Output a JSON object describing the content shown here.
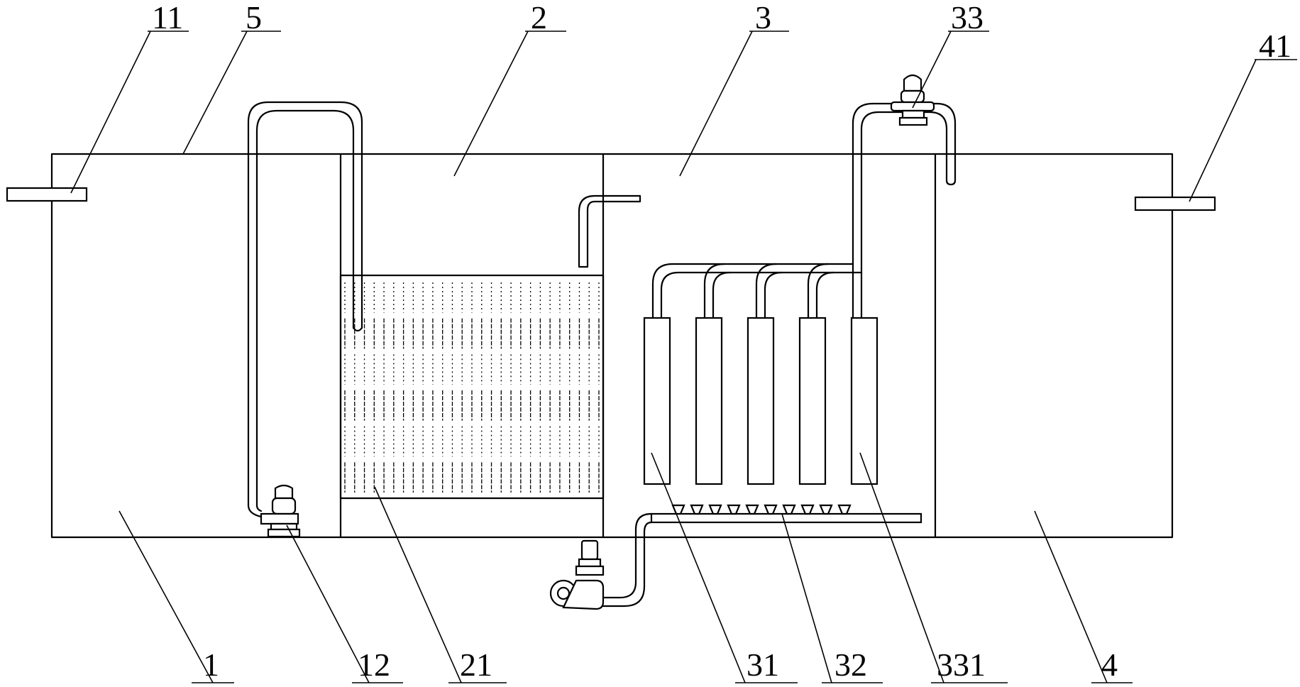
{
  "labels": {
    "l11": "11",
    "l5": "5",
    "l2": "2",
    "l3": "3",
    "l33": "33",
    "l41": "41",
    "l1": "1",
    "l12": "12",
    "l21": "21",
    "l31": "31",
    "l32": "32",
    "l331": "331",
    "l4": "4"
  },
  "components": {
    "filter_rows": 6,
    "filter_columns": 27,
    "membrane_modules": 5,
    "diffusers": 10
  }
}
